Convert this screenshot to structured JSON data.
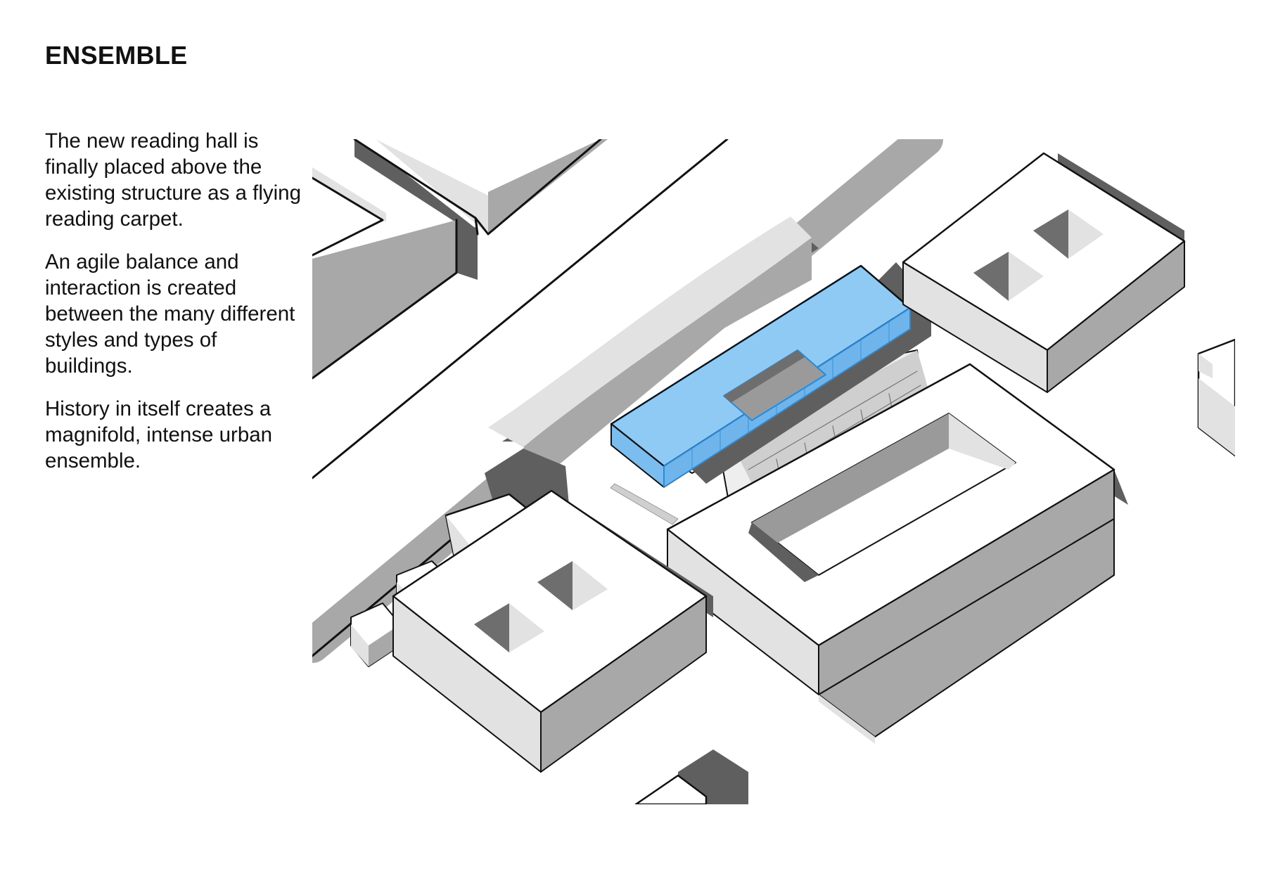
{
  "page": {
    "title": "ENSEMBLE",
    "paragraphs": [
      "The new reading hall is finally placed above the existing structure as a flying reading carpet.",
      "An agile balance and interaction is created between the many different styles and types of buildings.",
      "History in itself creates a magnifold, intense urban ensemble."
    ]
  },
  "colors": {
    "highlight_building": "#8fcaf5",
    "highlight_stroke": "#2a8ad8",
    "building_top": "#ffffff",
    "building_light_face": "#e2e2e2",
    "building_mid_face": "#a8a8a8",
    "shadow": "#5f5f5f",
    "outline": "#111111"
  }
}
